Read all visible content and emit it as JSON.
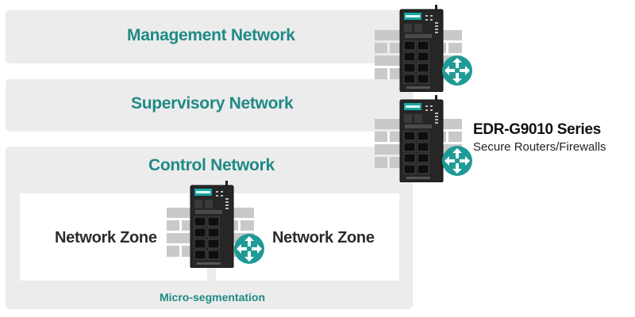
{
  "bands": {
    "management": {
      "title": "Management Network"
    },
    "supervisory": {
      "title": "Supervisory Network"
    },
    "control": {
      "title": "Control Network"
    }
  },
  "zones": {
    "left_label": "Network Zone",
    "right_label": "Network Zone",
    "segmentation_label": "Micro-segmentation"
  },
  "product": {
    "name": "EDR-G9010 Series",
    "subtitle": "Secure Routers/Firewalls"
  },
  "icons": {
    "firewall": "brick-wall-icon",
    "router": "router-icon",
    "device": "industrial-router-device"
  },
  "colors": {
    "accent": "#1f8a86",
    "router_circle": "#1f9a96",
    "band_bg": "#ececec",
    "wall": "#c9c9c9",
    "device": "#222222",
    "device_brand": "#19a6a2"
  }
}
